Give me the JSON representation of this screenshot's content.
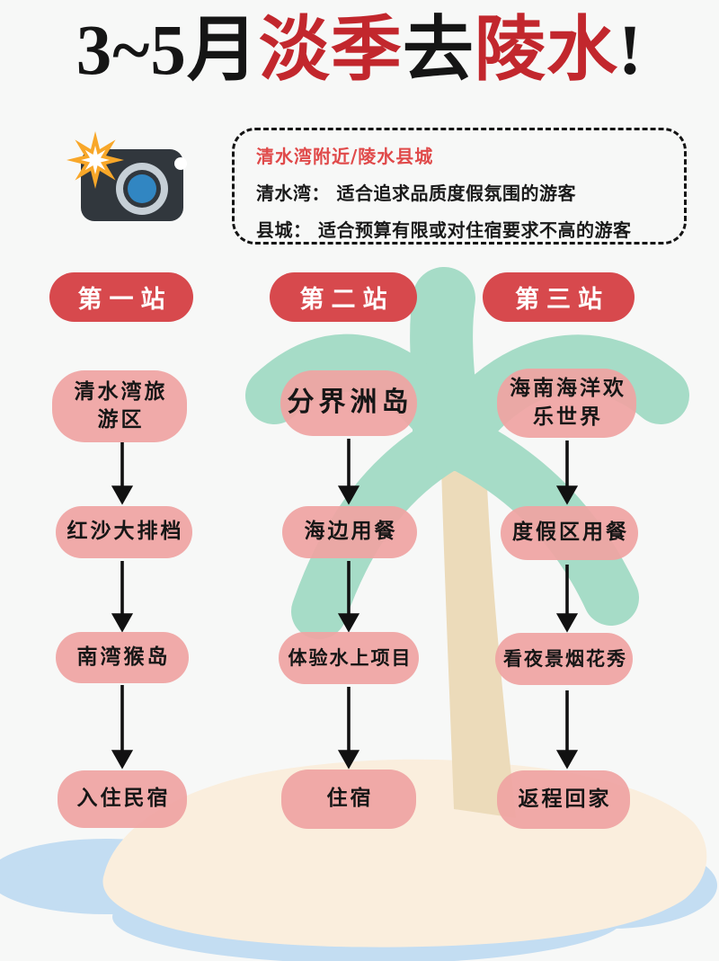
{
  "title": {
    "segments": [
      {
        "text": "3~5月",
        "color": "#151515"
      },
      {
        "text": "淡季",
        "color": "#c2272d"
      },
      {
        "text": "去",
        "color": "#151515"
      },
      {
        "text": "陵水",
        "color": "#c2272d"
      },
      {
        "text": "!",
        "color": "#151515"
      }
    ]
  },
  "camera_icon": "camera-with-flash-emoji",
  "info_box": {
    "heading": "清水湾附近/陵水县城",
    "lines": [
      "清水湾： 适合追求品质度假氛围的游客",
      "县城： 适合预算有限或对住宿要求不高的游客"
    ]
  },
  "columns": [
    {
      "station": "第一站",
      "stops": [
        "清水湾旅\n游区",
        "红沙大排档",
        "南湾猴岛",
        "入住民宿"
      ]
    },
    {
      "station": "第二站",
      "stops": [
        "分界洲岛",
        "海边用餐",
        "体验水上项目",
        "住宿"
      ]
    },
    {
      "station": "第三站",
      "stops": [
        "海南海洋欢\n乐世界",
        "度假区用餐",
        "看夜景烟花秀",
        "返程回家"
      ]
    }
  ],
  "colors": {
    "background": "#f7f8f7",
    "title_red": "#c2272d",
    "title_black": "#151515",
    "info_heading_red": "#e04a4a",
    "station_pill_red": "#d7494d",
    "stop_box_pink": "#efa4a3",
    "palm_leaf_teal": "#a6dcc7",
    "palm_trunk_tan": "#ecdbba",
    "island_sand_cream": "#faeedd",
    "water_light_blue": "#c3ddf2",
    "arrow_black": "#111111"
  }
}
